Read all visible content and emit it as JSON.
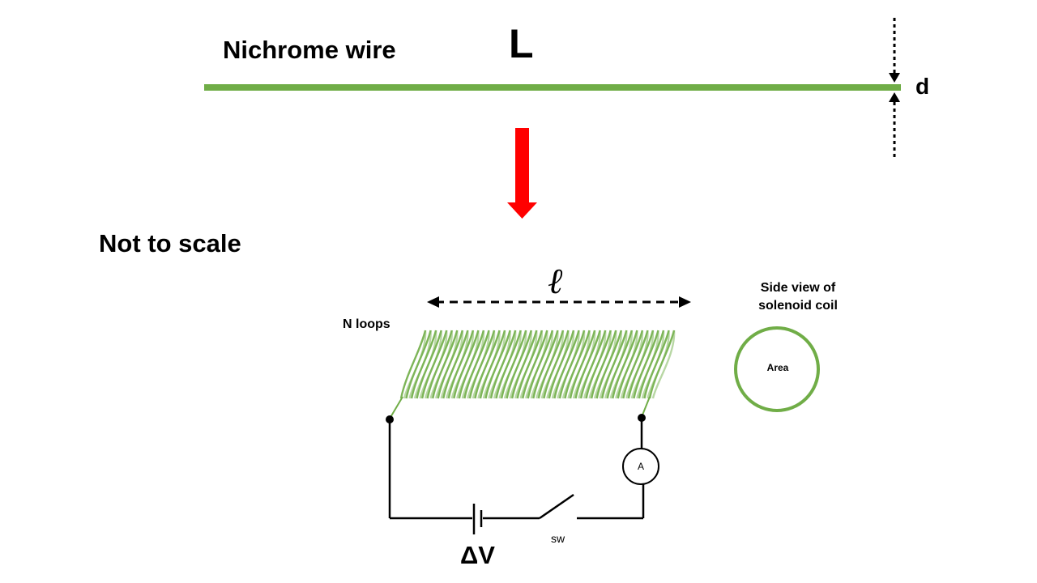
{
  "labels": {
    "wire_title": "Nichrome wire",
    "wire_length": "L",
    "diameter": "d",
    "scale_note": "Not to scale",
    "coil_length": "ℓ",
    "loops": "N loops",
    "side_view_line1": "Side view of",
    "side_view_line2": "solenoid coil",
    "area": "Area",
    "ammeter": "A",
    "voltage": "ΔV",
    "switch": "sw"
  },
  "colors": {
    "wire": "#70ad47",
    "arrow": "#ff0000",
    "circuit": "#000000"
  },
  "icons": {
    "transform_arrow": "down-arrow-icon",
    "ammeter": "ammeter-icon",
    "battery": "battery-icon",
    "switch": "switch-icon"
  }
}
